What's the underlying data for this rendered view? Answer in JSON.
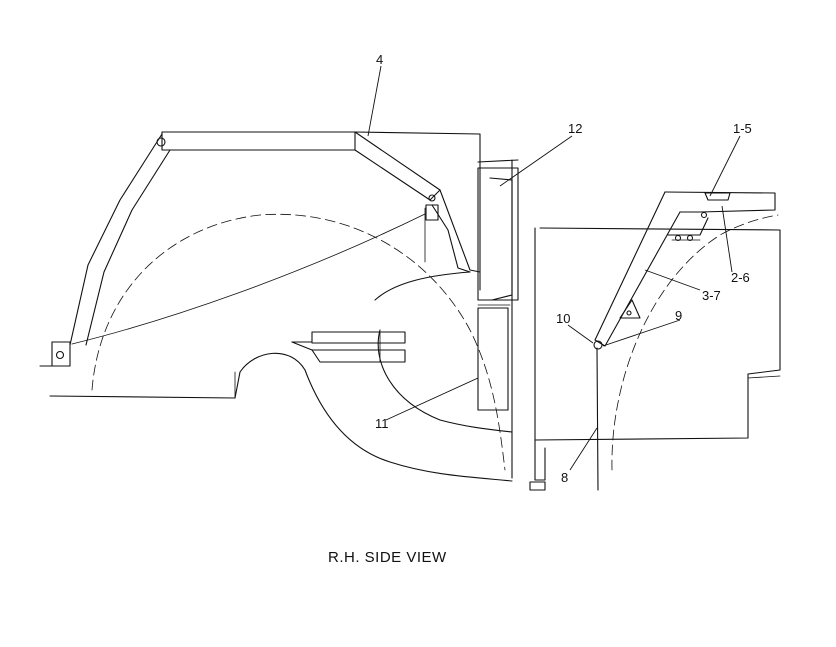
{
  "caption": "R.H. SIDE VIEW",
  "callouts": {
    "c1": "4",
    "c2": "12",
    "c3": "1-5",
    "c4": "2-6",
    "c5": "3-7",
    "c6": "10",
    "c7": "9",
    "c8": "11",
    "c9": "8"
  }
}
